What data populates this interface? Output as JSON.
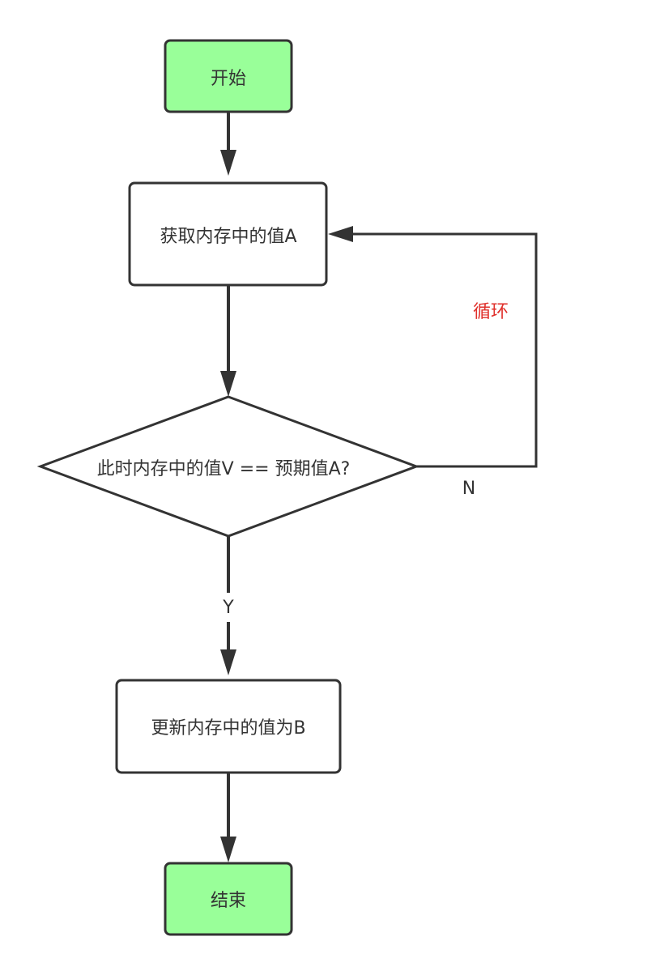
{
  "flowchart": {
    "start": {
      "label": "开始"
    },
    "step_get_value": {
      "label": "获取内存中的值A"
    },
    "decision": {
      "label": "此时内存中的值V == 预期值A?"
    },
    "step_update": {
      "label": "更新内存中的值为B"
    },
    "end": {
      "label": "结束"
    },
    "edge_yes_label": "Y",
    "edge_no_label": "N",
    "loop_label": "循环"
  },
  "colors": {
    "terminal_fill": "#99ff99",
    "process_fill": "#ffffff",
    "stroke": "#333333",
    "loop_label": "#e0302b"
  }
}
